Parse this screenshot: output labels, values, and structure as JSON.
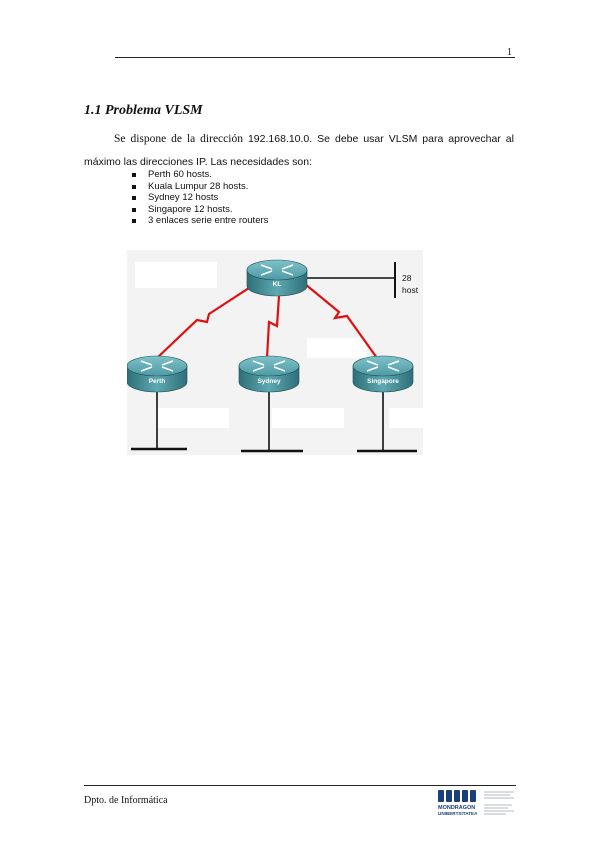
{
  "header": {
    "page_number": "1"
  },
  "section": {
    "title": "1.1 Problema VLSM",
    "intro_lead": "Se dispone de la dirección",
    "intro_rest": "192.168.10.0. Se debe usar VLSM para aprovechar al máximo las direcciones IP. Las necesidades son:"
  },
  "needs": [
    "Perth 60 hosts.",
    "Kuala Lumpur 28 hosts.",
    "Sydney 12 hosts",
    "Singapore 12 hosts.",
    "3 enlaces serie entre routers"
  ],
  "diagram": {
    "routers": {
      "kl": "KL",
      "perth": "Perth",
      "sydney": "Sydney",
      "singapore": "Singapore"
    },
    "kl_hosts_count": "28",
    "kl_hosts_unit": "host",
    "link_color": "#e01010",
    "router_color": "#3c8c96"
  },
  "footer": {
    "department": "Dpto. de Informática",
    "logo_name": "MONDRAGON UNIBERTSITATEA",
    "logo_line1": "MONDRAGON",
    "logo_line2": "UNIBERTSITATEA"
  }
}
